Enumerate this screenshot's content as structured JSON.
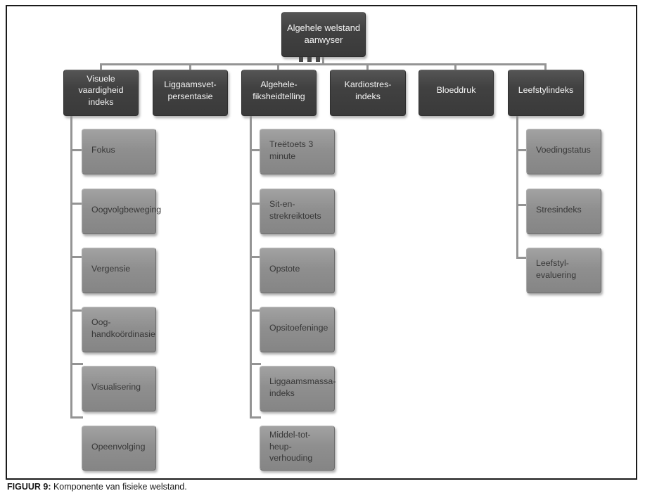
{
  "tree": {
    "root": {
      "label": "Algehele welstand aanwyser"
    },
    "branches": [
      {
        "label": "Visuele vaardigheid indeks",
        "children": [
          "Fokus",
          "Oogvolgbeweging",
          "Vergensie",
          "Oog-handkoördinasie",
          "Visualisering",
          "Opeenvolging"
        ]
      },
      {
        "label": "Liggaamsvet-persentasie",
        "children": []
      },
      {
        "label": "Algehele-fiksheidtelling",
        "children": [
          "Treëtoets 3 minute",
          "Sit-en-strekreiktoets",
          "Opstote",
          "Opsitoefeninge",
          "Liggaamsmassa-indeks",
          "Middel-tot-heup-verhouding"
        ]
      },
      {
        "label": "Kardiostres-indeks",
        "children": []
      },
      {
        "label": "Bloeddruk",
        "children": []
      },
      {
        "label": "Leefstylindeks",
        "children": [
          "Voedingstatus",
          "Stresindeks",
          "Leefstyl-evaluering"
        ]
      }
    ]
  },
  "caption": {
    "label": "FIGUUR 9:",
    "text": " Komponente van fisieke welstand."
  },
  "colors": {
    "dark_box": "#3f3f3f",
    "light_box": "#8e8e8e",
    "connector": "#949494",
    "border": "#1b1b1b",
    "text_on_dark": "#f5f5f5",
    "text_on_light": "#383838"
  }
}
